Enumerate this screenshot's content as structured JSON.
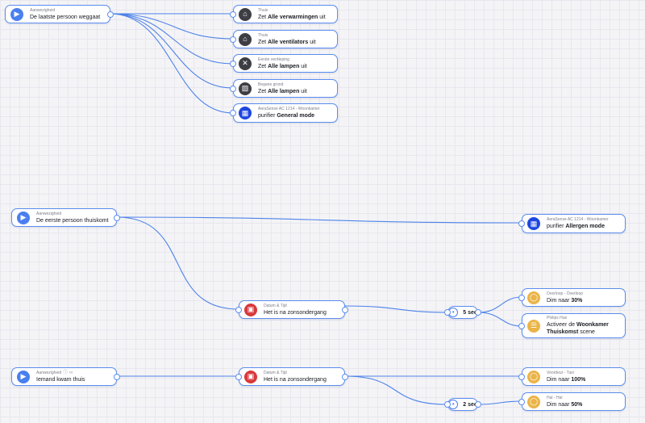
{
  "flows": {
    "flow1": {
      "trigger": {
        "sub": "Aanwezigheid",
        "main": "De laatste persoon weggaat"
      },
      "actions": [
        {
          "icon": "home-icon",
          "sub": "Thuis",
          "pre": "Zet ",
          "bold": "Alle verwarmingen",
          "post": " uit"
        },
        {
          "icon": "home-icon",
          "sub": "Thuis",
          "pre": "Zet ",
          "bold": "Alle ventilators",
          "post": " uit"
        },
        {
          "icon": "light-off-icon",
          "sub": "Eerste verdieping",
          "pre": "Zet ",
          "bold": "Alle lampen",
          "post": " uit"
        },
        {
          "icon": "device-icon",
          "sub": "Begane grond",
          "pre": "Zet ",
          "bold": "Alle lampen",
          "post": " uit"
        },
        {
          "icon": "purifier-icon",
          "sub": "AeraSense AC 1214 - Woonkamer",
          "pre": "purifier ",
          "bold": "General mode",
          "post": ""
        }
      ]
    },
    "flow2": {
      "trigger": {
        "sub": "Aanwezigheid",
        "main": "De eerste persoon thuiskomt"
      },
      "purifier": {
        "sub": "AeraSense AC 1214 - Woonkamer",
        "pre": "purifier ",
        "bold": "Allergen mode",
        "post": ""
      },
      "condition": {
        "sub": "Datum & Tijd",
        "main": "Het is na zonsondergang"
      },
      "delay": "5 sec",
      "actions": [
        {
          "sub": "Overloop - Overloop",
          "pre": "Dim naar ",
          "bold": "30%",
          "post": ""
        },
        {
          "sub": "Philips Hue",
          "pre": "Activeer de ",
          "bold": "Woonkamer Thuiskomst",
          "post": " scene"
        }
      ]
    },
    "flow3": {
      "trigger": {
        "sub": "Aanwezigheid",
        "main": "Iemand kwam thuis"
      },
      "condition": {
        "sub": "Datum & Tijd",
        "main": "Het is na zonsondergang"
      },
      "delay": "2 sec",
      "actions": [
        {
          "sub": "Voordeur - Tuin",
          "pre": "Dim naar ",
          "bold": "100%",
          "post": ""
        },
        {
          "sub": "Hal - Hal",
          "pre": "Dim naar ",
          "bold": "50%",
          "post": ""
        }
      ]
    }
  },
  "colors": {
    "accent": "#4a7ff0",
    "link": "#4d82e8",
    "calendar": "#d8393b",
    "bulb": "#ebb448",
    "purifier": "#1e46e0",
    "home": "#3d3d44"
  }
}
